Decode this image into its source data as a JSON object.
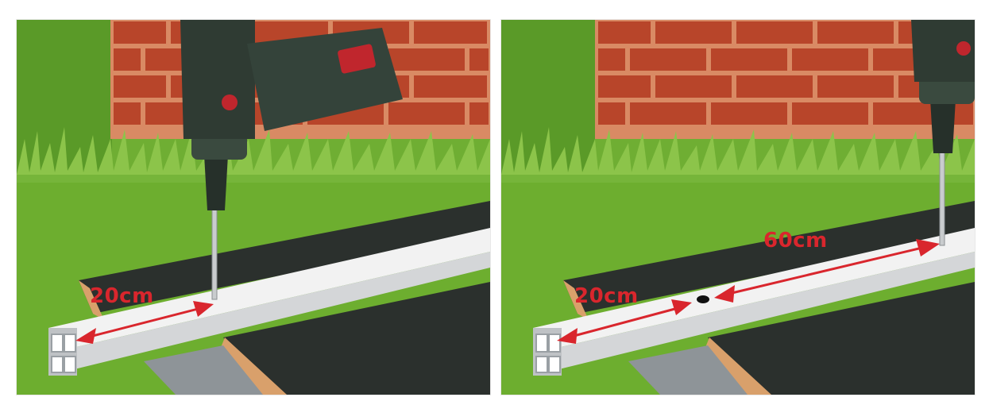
{
  "panels": [
    {
      "id": "step-1",
      "measurements": [
        {
          "text": "20cm"
        }
      ]
    },
    {
      "id": "step-2",
      "measurements": [
        {
          "text": "20cm"
        },
        {
          "text": "60cm"
        }
      ]
    }
  ],
  "colors": {
    "brick": "#b8452a",
    "mortar": "#d98a64",
    "lawn": "#6dae2f",
    "lawn_dark": "#4e8f1e",
    "membrane": "#2b302d",
    "wood": "#d9a06b",
    "profile": "#f2f2f2",
    "arrow": "#d9262d",
    "drill_body": "#2f3b33",
    "drill_accent": "#c0262d"
  },
  "icons": [
    "drill-icon",
    "arrow-icon"
  ]
}
